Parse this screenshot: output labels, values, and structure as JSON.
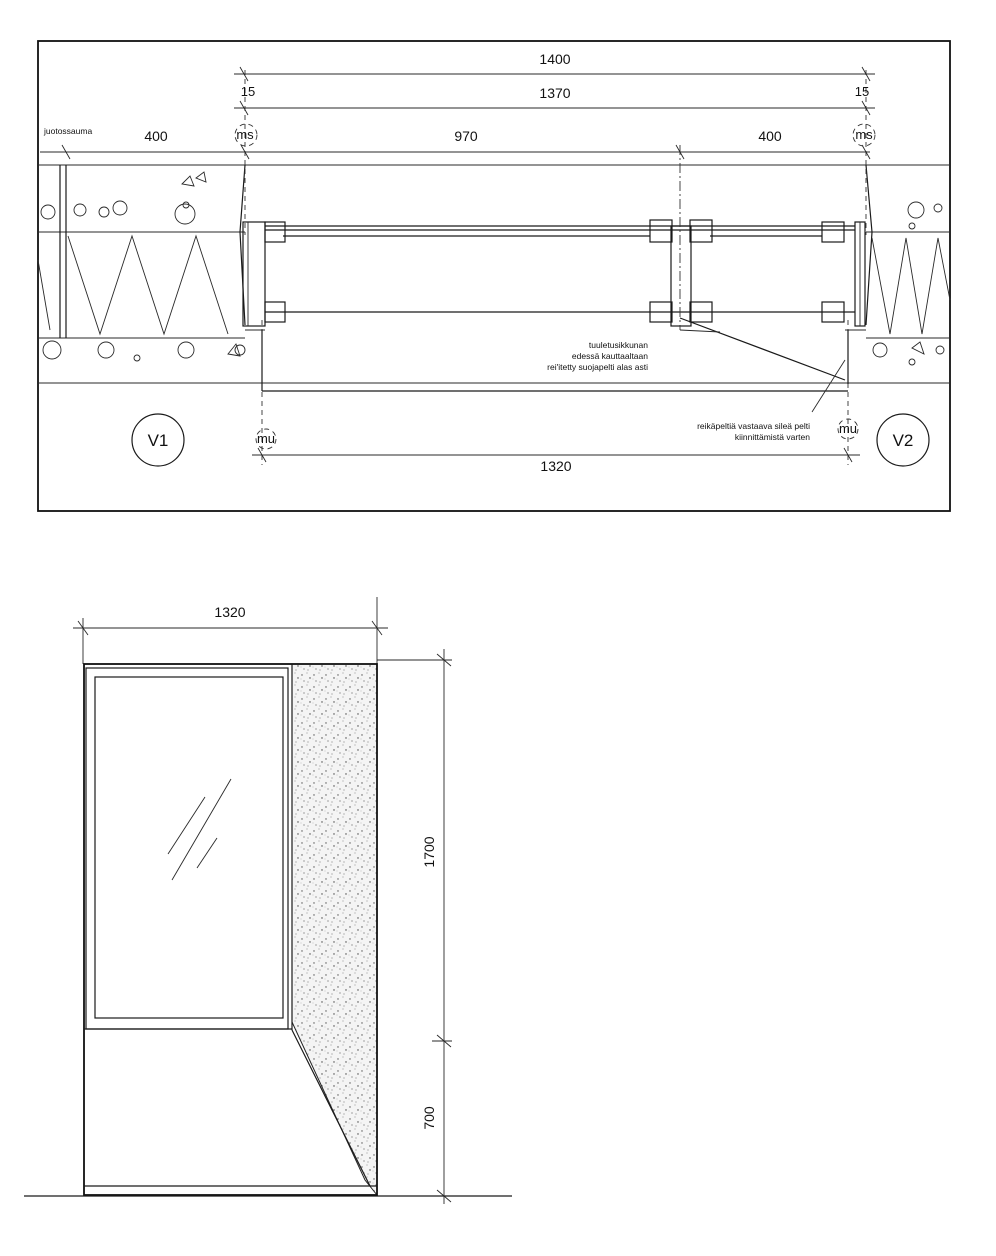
{
  "plan": {
    "dims": {
      "overall": "1400",
      "inner": "1370",
      "left_offset": "15",
      "right_offset": "15",
      "left_panel": "400",
      "center_panel": "970",
      "right_panel": "400",
      "bottom_width": "1320"
    },
    "labels": {
      "joint": "juotossauma",
      "ms_left": "ms",
      "ms_right": "ms",
      "mu_left": "mu",
      "mu_right": "mu",
      "wall_left": "V1",
      "wall_right": "V2"
    },
    "notes": {
      "vent_line1": "tuuletusikkunan",
      "vent_line2": "edessä kauttaaltaan",
      "vent_line3": "rei'itetty suojapelti alas asti",
      "plate_line1": "reikäpeltiä vastaava sileä pelti",
      "plate_line2": "kiinnittämistä varten"
    }
  },
  "elevation": {
    "width_label": "1320",
    "height_upper": "1700",
    "height_lower": "700"
  }
}
